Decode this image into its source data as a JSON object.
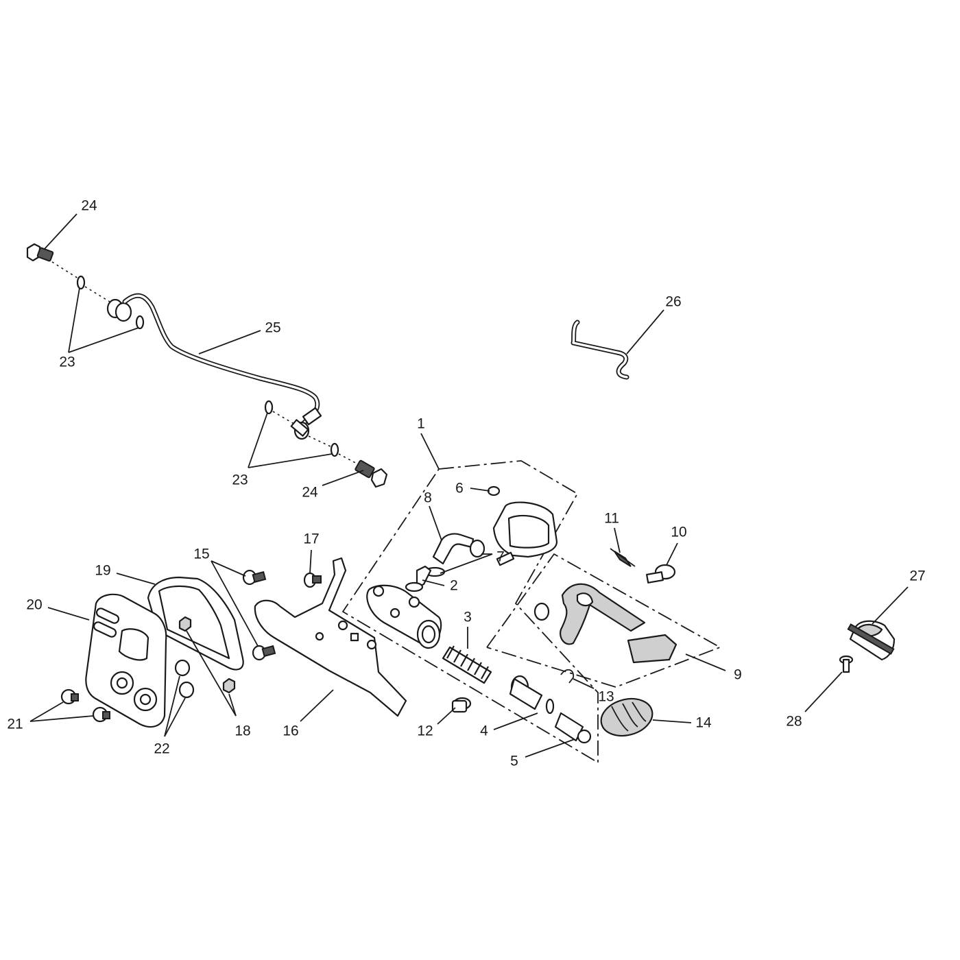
{
  "callouts": [
    {
      "label": "1"
    },
    {
      "label": "2"
    },
    {
      "label": "3"
    },
    {
      "label": "4"
    },
    {
      "label": "5"
    },
    {
      "label": "6"
    },
    {
      "label": "7"
    },
    {
      "label": "8"
    },
    {
      "label": "9"
    },
    {
      "label": "10"
    },
    {
      "label": "11"
    },
    {
      "label": "12"
    },
    {
      "label": "13"
    },
    {
      "label": "14"
    },
    {
      "label": "15"
    },
    {
      "label": "16"
    },
    {
      "label": "17"
    },
    {
      "label": "18"
    },
    {
      "label": "19"
    },
    {
      "label": "20"
    },
    {
      "label": "21"
    },
    {
      "label": "22"
    },
    {
      "label": "23"
    },
    {
      "label": "23"
    },
    {
      "label": "24"
    },
    {
      "label": "24"
    },
    {
      "label": "25"
    },
    {
      "label": "26"
    },
    {
      "label": "27"
    },
    {
      "label": "28"
    }
  ]
}
